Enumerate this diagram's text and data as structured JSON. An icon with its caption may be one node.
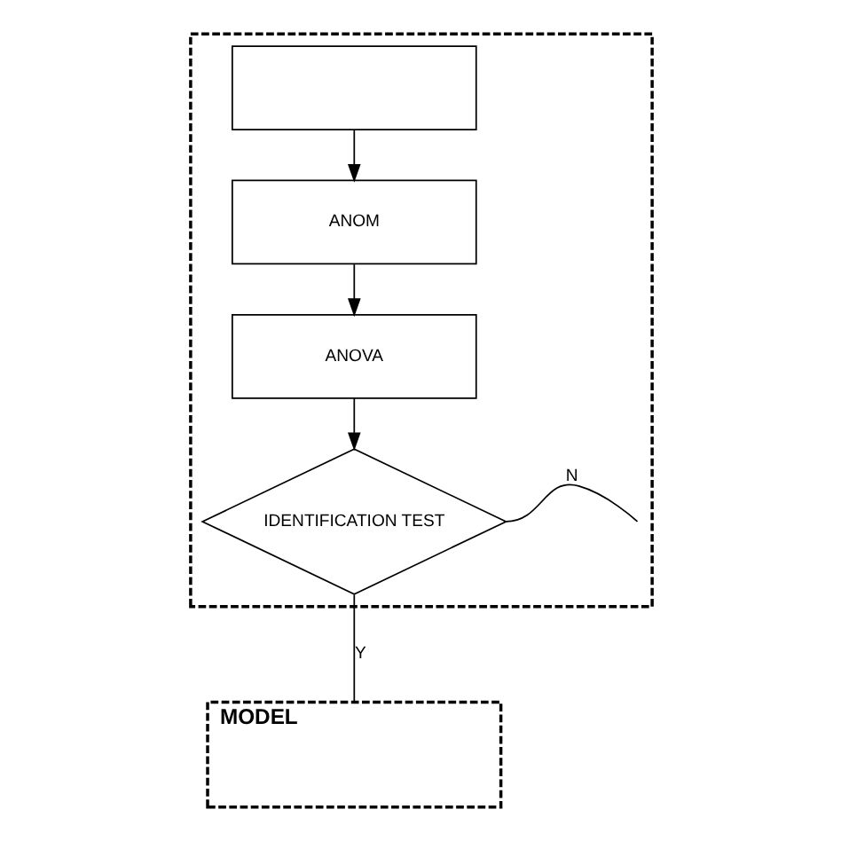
{
  "diagram": {
    "nodes": [
      {
        "text": [],
        "shape": "box"
      },
      {
        "text": [],
        "shape": "box",
        "in": 0
      },
      {
        "text": [
          "ANOM"
        ],
        "in": 0
      },
      {
        "text": [
          "ANOVA"
        ],
        "in": 0
      },
      {
        "text": [
          "IDENTIFICATION TEST"
        ],
        "in": 0
      },
      {
        "text": [
          "MODEL"
        ]
      }
    ],
    "edges": [
      {
        "from": 1,
        "to": 2,
        "arrow": "to"
      },
      {
        "from": 2,
        "to": 3,
        "arrow": "to"
      },
      {
        "from": 3,
        "to": 4,
        "arrow": "to"
      },
      {
        "from": 4,
        "to": null,
        "arrow": "none",
        "label": "N"
      },
      {
        "from": 4,
        "to": 5,
        "arrow": "none",
        "label": "Y"
      }
    ]
  }
}
